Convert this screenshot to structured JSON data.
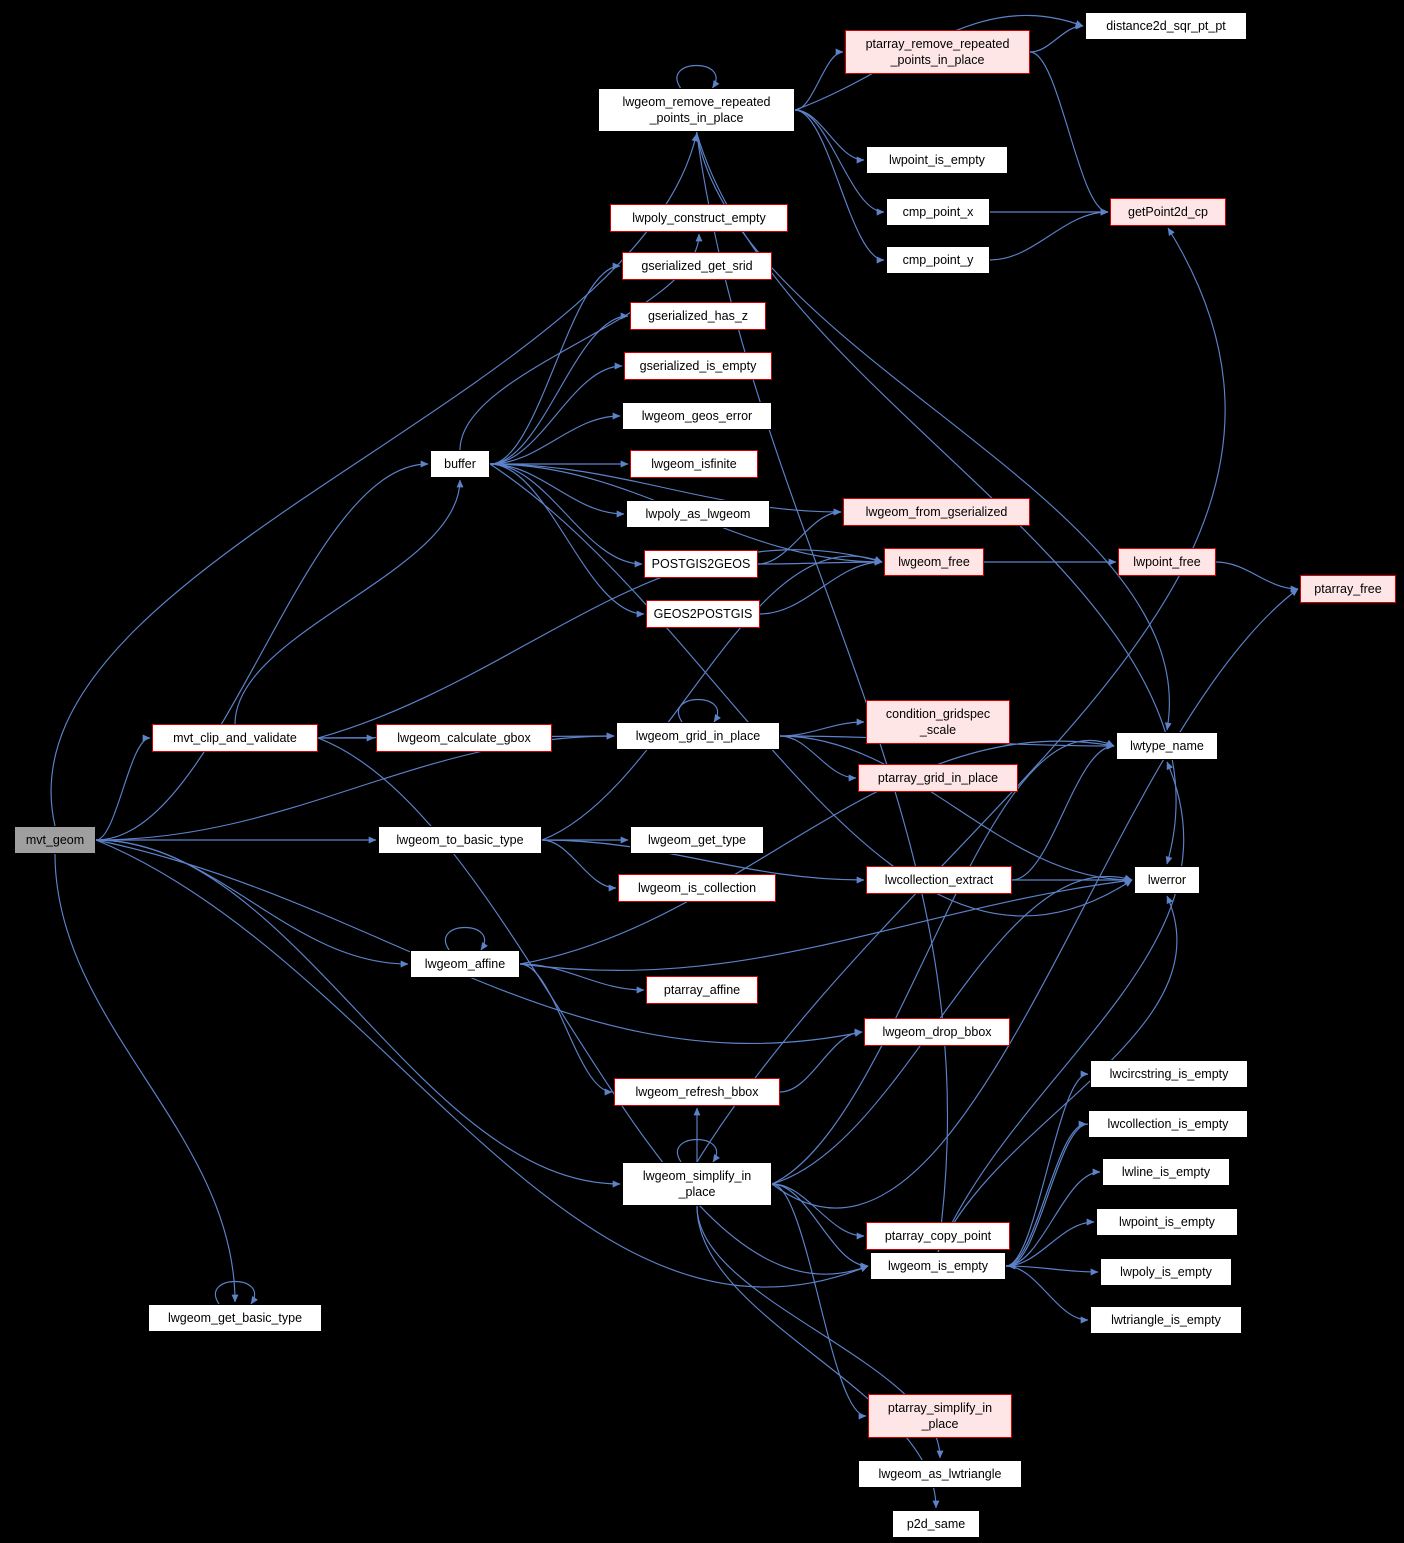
{
  "graph": {
    "colors": {
      "background": "#000000",
      "edge": "#5c83ca",
      "node_fill": "#ffffff",
      "node_border": "#000000",
      "truncated_border": "#d40000",
      "truncated_fill": "#ffe6e6",
      "root_fill": "#9f9f9f",
      "text": "#000000"
    },
    "nodes": {
      "mvt_geom": {
        "label": "mvt_geom",
        "kind": "root"
      },
      "lwgeom_remove_repeated_points_in_place": {
        "label": "lwgeom_remove_repeated\n_points_in_place",
        "kind": "normal"
      },
      "ptarray_remove_repeated_points_in_place": {
        "label": "ptarray_remove_repeated\n_points_in_place",
        "kind": "pink"
      },
      "distance2d_sqr_pt_pt": {
        "label": "distance2d_sqr_pt_pt",
        "kind": "normal"
      },
      "lwpoint_is_empty_top": {
        "label": "lwpoint_is_empty",
        "kind": "normal"
      },
      "cmp_point_x": {
        "label": "cmp_point_x",
        "kind": "normal"
      },
      "cmp_point_y": {
        "label": "cmp_point_y",
        "kind": "normal"
      },
      "getPoint2d_cp": {
        "label": "getPoint2d_cp",
        "kind": "pink"
      },
      "lwpoly_construct_empty": {
        "label": "lwpoly_construct_empty",
        "kind": "red"
      },
      "gserialized_get_srid": {
        "label": "gserialized_get_srid",
        "kind": "red"
      },
      "gserialized_has_z": {
        "label": "gserialized_has_z",
        "kind": "red"
      },
      "gserialized_is_empty": {
        "label": "gserialized_is_empty",
        "kind": "red"
      },
      "lwgeom_geos_error": {
        "label": "lwgeom_geos_error",
        "kind": "normal"
      },
      "buffer": {
        "label": "buffer",
        "kind": "normal"
      },
      "lwgeom_isfinite": {
        "label": "lwgeom_isfinite",
        "kind": "red"
      },
      "lwpoly_as_lwgeom": {
        "label": "lwpoly_as_lwgeom",
        "kind": "normal"
      },
      "POSTGIS2GEOS": {
        "label": "POSTGIS2GEOS",
        "kind": "red"
      },
      "GEOS2POSTGIS": {
        "label": "GEOS2POSTGIS",
        "kind": "red"
      },
      "lwgeom_from_gserialized": {
        "label": "lwgeom_from_gserialized",
        "kind": "pink"
      },
      "lwgeom_free": {
        "label": "lwgeom_free",
        "kind": "pink"
      },
      "lwpoint_free": {
        "label": "lwpoint_free",
        "kind": "pink"
      },
      "ptarray_free": {
        "label": "ptarray_free",
        "kind": "pink"
      },
      "condition_gridspec_scale": {
        "label": "condition_gridspec\n_scale",
        "kind": "pink"
      },
      "lwgeom_grid_in_place": {
        "label": "lwgeom_grid_in_place",
        "kind": "normal"
      },
      "ptarray_grid_in_place": {
        "label": "ptarray_grid_in_place",
        "kind": "pink"
      },
      "lwtype_name": {
        "label": "lwtype_name",
        "kind": "normal"
      },
      "mvt_clip_and_validate": {
        "label": "mvt_clip_and_validate",
        "kind": "red"
      },
      "lwgeom_calculate_gbox": {
        "label": "lwgeom_calculate_gbox",
        "kind": "red"
      },
      "lwgeom_to_basic_type": {
        "label": "lwgeom_to_basic_type",
        "kind": "normal"
      },
      "lwgeom_get_type": {
        "label": "lwgeom_get_type",
        "kind": "normal"
      },
      "lwgeom_is_collection": {
        "label": "lwgeom_is_collection",
        "kind": "red"
      },
      "lwcollection_extract": {
        "label": "lwcollection_extract",
        "kind": "red"
      },
      "lwerror": {
        "label": "lwerror",
        "kind": "normal"
      },
      "lwgeom_affine": {
        "label": "lwgeom_affine",
        "kind": "normal"
      },
      "ptarray_affine": {
        "label": "ptarray_affine",
        "kind": "red"
      },
      "lwgeom_drop_bbox": {
        "label": "lwgeom_drop_bbox",
        "kind": "red"
      },
      "lwgeom_refresh_bbox": {
        "label": "lwgeom_refresh_bbox",
        "kind": "red"
      },
      "lwcircstring_is_empty": {
        "label": "lwcircstring_is_empty",
        "kind": "normal"
      },
      "lwcollection_is_empty": {
        "label": "lwcollection_is_empty",
        "kind": "normal"
      },
      "lwline_is_empty": {
        "label": "lwline_is_empty",
        "kind": "normal"
      },
      "lwgeom_simplify_in_place": {
        "label": "lwgeom_simplify_in\n_place",
        "kind": "normal"
      },
      "lwpoint_is_empty_bottom": {
        "label": "lwpoint_is_empty",
        "kind": "normal"
      },
      "ptarray_copy_point": {
        "label": "ptarray_copy_point",
        "kind": "red"
      },
      "lwgeom_is_empty": {
        "label": "lwgeom_is_empty",
        "kind": "normal"
      },
      "lwpoly_is_empty": {
        "label": "lwpoly_is_empty",
        "kind": "normal"
      },
      "lwtriangle_is_empty": {
        "label": "lwtriangle_is_empty",
        "kind": "normal"
      },
      "lwgeom_get_basic_type": {
        "label": "lwgeom_get_basic_type",
        "kind": "normal"
      },
      "ptarray_simplify_in_place": {
        "label": "ptarray_simplify_in\n_place",
        "kind": "pink"
      },
      "lwgeom_as_lwtriangle": {
        "label": "lwgeom_as_lwtriangle",
        "kind": "normal"
      },
      "p2d_same": {
        "label": "p2d_same",
        "kind": "normal"
      }
    },
    "edges": [
      {
        "from": "mvt_geom",
        "to": "lwgeom_remove_repeated_points_in_place",
        "bow": -60
      },
      {
        "from": "mvt_geom",
        "to": "buffer"
      },
      {
        "from": "mvt_geom",
        "to": "mvt_clip_and_validate"
      },
      {
        "from": "mvt_geom",
        "to": "lwgeom_grid_in_place"
      },
      {
        "from": "mvt_geom",
        "to": "lwgeom_to_basic_type"
      },
      {
        "from": "mvt_geom",
        "to": "lwgeom_affine"
      },
      {
        "from": "mvt_geom",
        "to": "lwgeom_simplify_in_place"
      },
      {
        "from": "mvt_geom",
        "to": "lwgeom_get_basic_type"
      },
      {
        "from": "mvt_geom",
        "to": "lwgeom_is_empty",
        "bow": 120
      },
      {
        "from": "mvt_geom",
        "to": "lwgeom_drop_bbox",
        "bow": 60
      },
      {
        "from": "lwgeom_remove_repeated_points_in_place",
        "to": "lwgeom_remove_repeated_points_in_place"
      },
      {
        "from": "lwgeom_remove_repeated_points_in_place",
        "to": "ptarray_remove_repeated_points_in_place"
      },
      {
        "from": "lwgeom_remove_repeated_points_in_place",
        "to": "distance2d_sqr_pt_pt",
        "bow": -40
      },
      {
        "from": "lwgeom_remove_repeated_points_in_place",
        "to": "lwpoint_is_empty_top"
      },
      {
        "from": "lwgeom_remove_repeated_points_in_place",
        "to": "cmp_point_x"
      },
      {
        "from": "lwgeom_remove_repeated_points_in_place",
        "to": "cmp_point_y"
      },
      {
        "from": "lwgeom_remove_repeated_points_in_place",
        "to": "lwgeom_is_empty",
        "bow": 60
      },
      {
        "from": "lwgeom_remove_repeated_points_in_place",
        "to": "lwtype_name",
        "bow": 40
      },
      {
        "from": "lwgeom_remove_repeated_points_in_place",
        "to": "lwerror",
        "bow": 80
      },
      {
        "from": "ptarray_remove_repeated_points_in_place",
        "to": "distance2d_sqr_pt_pt"
      },
      {
        "from": "ptarray_remove_repeated_points_in_place",
        "to": "getPoint2d_cp"
      },
      {
        "from": "cmp_point_x",
        "to": "getPoint2d_cp"
      },
      {
        "from": "cmp_point_y",
        "to": "getPoint2d_cp"
      },
      {
        "from": "buffer",
        "to": "lwpoly_construct_empty"
      },
      {
        "from": "buffer",
        "to": "gserialized_get_srid"
      },
      {
        "from": "buffer",
        "to": "gserialized_has_z"
      },
      {
        "from": "buffer",
        "to": "gserialized_is_empty"
      },
      {
        "from": "buffer",
        "to": "lwgeom_geos_error"
      },
      {
        "from": "buffer",
        "to": "lwgeom_isfinite"
      },
      {
        "from": "buffer",
        "to": "lwpoly_as_lwgeom"
      },
      {
        "from": "buffer",
        "to": "POSTGIS2GEOS"
      },
      {
        "from": "buffer",
        "to": "GEOS2POSTGIS"
      },
      {
        "from": "buffer",
        "to": "lwgeom_free"
      },
      {
        "from": "buffer",
        "to": "lwgeom_from_gserialized"
      },
      {
        "from": "buffer",
        "to": "lwerror",
        "bow": 160
      },
      {
        "from": "POSTGIS2GEOS",
        "to": "lwgeom_from_gserialized"
      },
      {
        "from": "POSTGIS2GEOS",
        "to": "lwgeom_free"
      },
      {
        "from": "GEOS2POSTGIS",
        "to": "lwgeom_free"
      },
      {
        "from": "lwgeom_free",
        "to": "lwpoint_free"
      },
      {
        "from": "lwpoint_free",
        "to": "ptarray_free"
      },
      {
        "from": "mvt_clip_and_validate",
        "to": "lwgeom_calculate_gbox"
      },
      {
        "from": "mvt_clip_and_validate",
        "to": "buffer"
      },
      {
        "from": "mvt_clip_and_validate",
        "to": "lwgeom_grid_in_place"
      },
      {
        "from": "mvt_clip_and_validate",
        "to": "lwgeom_is_empty",
        "bow": 80
      },
      {
        "from": "mvt_clip_and_validate",
        "to": "lwgeom_free",
        "bow": -60
      },
      {
        "from": "lwgeom_grid_in_place",
        "to": "lwgeom_grid_in_place"
      },
      {
        "from": "lwgeom_grid_in_place",
        "to": "condition_gridspec_scale"
      },
      {
        "from": "lwgeom_grid_in_place",
        "to": "ptarray_grid_in_place"
      },
      {
        "from": "lwgeom_grid_in_place",
        "to": "lwtype_name"
      },
      {
        "from": "lwgeom_grid_in_place",
        "to": "lwerror"
      },
      {
        "from": "lwgeom_to_basic_type",
        "to": "lwgeom_get_type"
      },
      {
        "from": "lwgeom_to_basic_type",
        "to": "lwgeom_is_collection"
      },
      {
        "from": "lwgeom_to_basic_type",
        "to": "lwcollection_extract"
      },
      {
        "from": "lwgeom_to_basic_type",
        "to": "lwgeom_free",
        "bow": -50
      },
      {
        "from": "lwcollection_extract",
        "to": "lwtype_name"
      },
      {
        "from": "lwcollection_extract",
        "to": "lwerror"
      },
      {
        "from": "lwgeom_affine",
        "to": "lwgeom_affine"
      },
      {
        "from": "lwgeom_affine",
        "to": "ptarray_affine"
      },
      {
        "from": "lwgeom_affine",
        "to": "lwgeom_refresh_bbox"
      },
      {
        "from": "lwgeom_affine",
        "to": "lwtype_name",
        "bow": -40
      },
      {
        "from": "lwgeom_affine",
        "to": "lwerror",
        "bow": 30
      },
      {
        "from": "lwgeom_refresh_bbox",
        "to": "lwgeom_drop_bbox"
      },
      {
        "from": "lwgeom_simplify_in_place",
        "to": "lwgeom_simplify_in_place"
      },
      {
        "from": "lwgeom_simplify_in_place",
        "to": "ptarray_simplify_in_place"
      },
      {
        "from": "lwgeom_simplify_in_place",
        "to": "ptarray_copy_point"
      },
      {
        "from": "lwgeom_simplify_in_place",
        "to": "lwgeom_is_empty"
      },
      {
        "from": "lwgeom_simplify_in_place",
        "to": "p2d_same"
      },
      {
        "from": "lwgeom_simplify_in_place",
        "to": "lwgeom_as_lwtriangle"
      },
      {
        "from": "lwgeom_simplify_in_place",
        "to": "lwgeom_refresh_bbox"
      },
      {
        "from": "lwgeom_simplify_in_place",
        "to": "getPoint2d_cp",
        "bow": 220
      },
      {
        "from": "lwgeom_simplify_in_place",
        "to": "ptarray_free",
        "bow": 150
      },
      {
        "from": "lwgeom_simplify_in_place",
        "to": "lwerror",
        "bow": -40
      },
      {
        "from": "lwgeom_simplify_in_place",
        "to": "lwtype_name",
        "bow": -60
      },
      {
        "from": "lwgeom_is_empty",
        "to": "lwcircstring_is_empty"
      },
      {
        "from": "lwgeom_is_empty",
        "to": "lwcollection_is_empty"
      },
      {
        "from": "lwgeom_is_empty",
        "to": "lwline_is_empty"
      },
      {
        "from": "lwgeom_is_empty",
        "to": "lwpoint_is_empty_bottom"
      },
      {
        "from": "lwgeom_is_empty",
        "to": "lwpoly_is_empty"
      },
      {
        "from": "lwgeom_is_empty",
        "to": "lwtriangle_is_empty"
      },
      {
        "from": "lwgeom_is_empty",
        "to": "lwerror",
        "bow": 60
      },
      {
        "from": "lwgeom_is_empty",
        "to": "lwtype_name",
        "bow": 80
      },
      {
        "from": "lwcollection_is_empty",
        "to": "lwgeom_is_empty"
      },
      {
        "from": "lwgeom_get_basic_type",
        "to": "lwgeom_get_basic_type"
      }
    ]
  }
}
